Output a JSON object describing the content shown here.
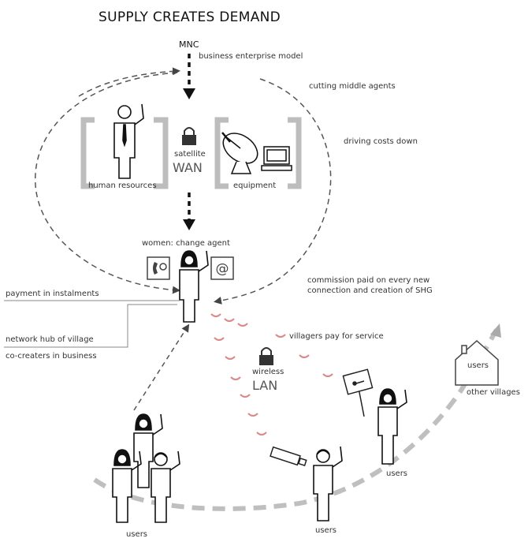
{
  "title": "SUPPLY CREATES DEMAND",
  "mnc": "MNC",
  "labels": {
    "business_model": "business enterprise model",
    "cutting_middle": "cutting middle agents",
    "driving_costs": "driving costs down",
    "satellite": "satellite",
    "wan": "WAN",
    "human_resources": "human resources",
    "equipment": "equipment",
    "women_change_agent": "women: change agent",
    "payment_instalments": "payment in instalments",
    "commission_line1": "commission paid on every new",
    "commission_line2": "connection and creation of SHG",
    "network_hub": "network hub of village",
    "co_creaters": "co-creaters in business",
    "villagers_pay": "villagers pay for service",
    "wireless": "wireless",
    "lan": "LAN",
    "other_villages": "other villages",
    "house_users": "users",
    "users_left": "users",
    "users_middle": "users",
    "users_right": "users"
  },
  "colors": {
    "dash": "#555555",
    "wifi": "#d98a8a",
    "bracket": "#bdbdbd",
    "path": "#bfbfbf"
  },
  "icons": [
    "padlock-icon",
    "satellite-dish-icon",
    "computer-icon",
    "phone-icon",
    "at-sign-icon",
    "sign-board-icon",
    "usb-dongle-icon",
    "house-icon"
  ]
}
